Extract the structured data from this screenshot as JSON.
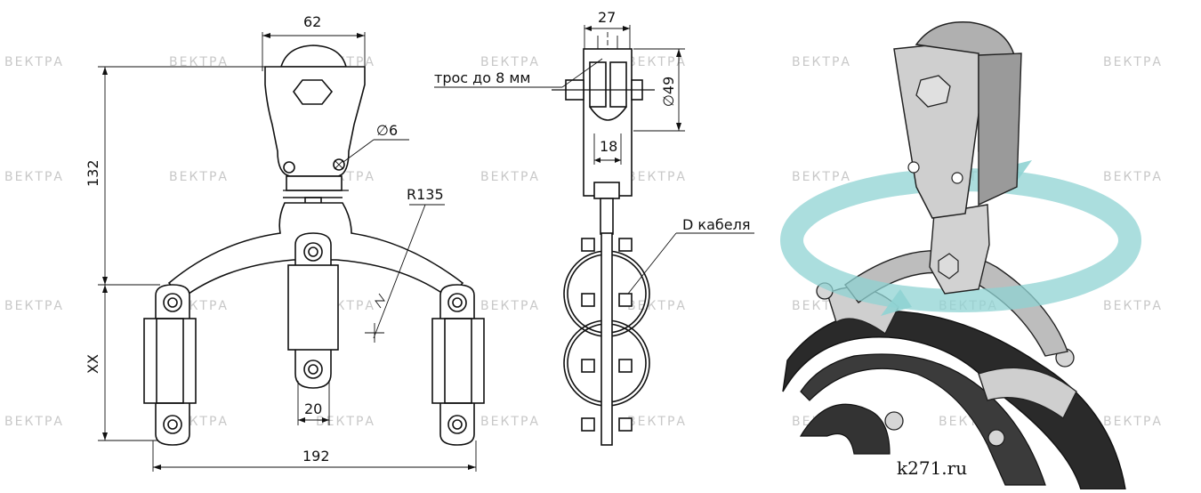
{
  "watermark": "ВЕКТРА",
  "site": "k271.ru",
  "front_view": {
    "dim_width_top": "62",
    "dim_height": "132",
    "dim_hole": "∅6",
    "dim_radius": "R135",
    "dim_lower": "XX",
    "dim_slot": "20",
    "dim_width_total": "192"
  },
  "side_view": {
    "dim_width": "27",
    "dim_inner": "18",
    "dim_roller": "∅49",
    "label_cable_rope": "трос до 8 мм",
    "label_cable_d": "D кабеля"
  },
  "render_3d": {
    "arrow_color": "#8fd3d3"
  }
}
